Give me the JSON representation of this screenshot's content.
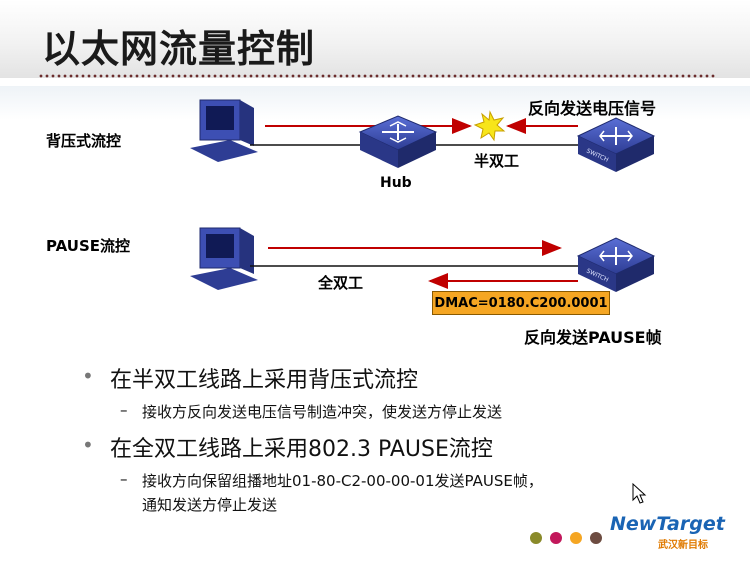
{
  "title": "以太网流量控制",
  "diagram1": {
    "label": "背压式流控",
    "signal_label": "反向发送电压信号",
    "hub_label": "Hub",
    "duplex_label": "半双工",
    "switch_text": "SWITCH"
  },
  "diagram2": {
    "label": "PAUSE流控",
    "duplex_label": "全双工",
    "dmac_label": "DMAC=0180.C200.0001",
    "pause_label": "反向发送PAUSE帧",
    "switch_text": "SWITCH"
  },
  "bullets": [
    {
      "text": "在半双工线路上采用背压式流控",
      "subs": [
        "接收方反向发送电压信号制造冲突，使发送方停止发送"
      ]
    },
    {
      "text": "在全双工线路上采用802.3 PAUSE流控",
      "subs": [
        "接收方向保留组播地址01-80-C2-00-00-01发送PAUSE帧，",
        "通知发送方停止发送"
      ]
    }
  ],
  "bullet_symbol": "•",
  "dash_symbol": "–",
  "logo": {
    "name": "NewTarget",
    "subtitle": "武汉新目标",
    "dot_colors": [
      "#8a8a2a",
      "#c2185b",
      "#f5a623",
      "#6d4c41"
    ]
  },
  "colors": {
    "arrow_red": "#c00000",
    "device_blue": "#3d4fb3",
    "dmac_box": "#f5a623"
  }
}
